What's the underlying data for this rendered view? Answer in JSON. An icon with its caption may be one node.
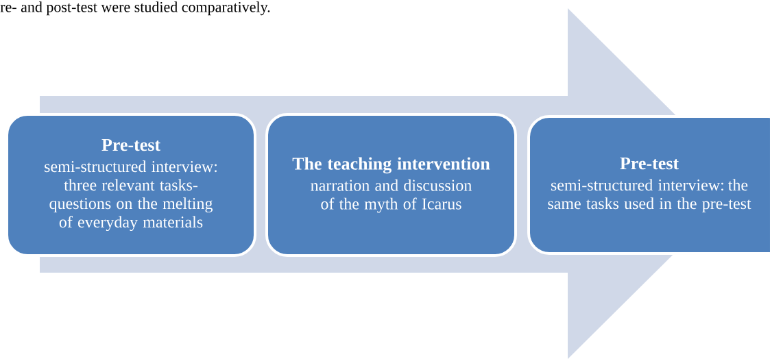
{
  "diagram": {
    "nodes": [
      {
        "text": [
          "Pre-test",
          "semi-structured interview: three relevant tasks-questions on the melting of everyday materials"
        ]
      },
      {
        "text": [
          "The teaching intervention",
          "narration and discussion of the myth of Icarus"
        ]
      },
      {
        "text": [
          "Pre-test",
          "semi-structured interview: the same tasks used in the pre-test"
        ]
      }
    ],
    "edges": [
      {
        "from": 0,
        "to": 2,
        "arrow": "to"
      }
    ],
    "labels": [
      "re- and post-test were studied comparatively."
    ]
  }
}
